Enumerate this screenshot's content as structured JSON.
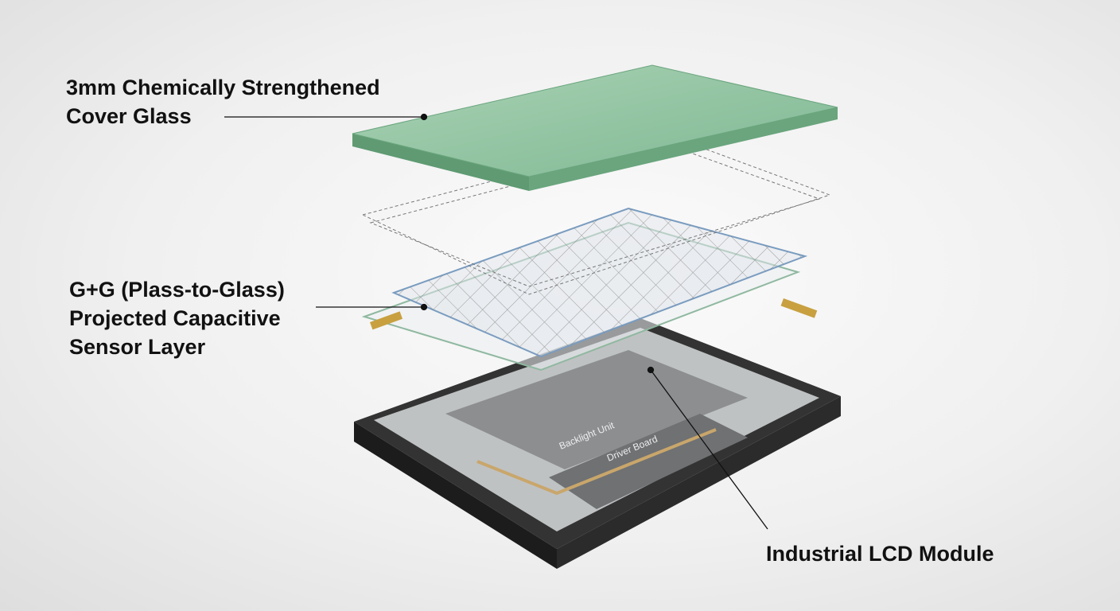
{
  "labels": {
    "cover_glass": "3mm Chemically Strengthened\nCover Glass",
    "sensor_layer": "G+G (Plass-to-Glass)\nProjected Capacitive\nSensor Layer",
    "lcd_module": "Industrial LCD Module"
  },
  "lcd_parts": {
    "backlight": "Backlight Unit",
    "driver": "Driver Board"
  },
  "colors": {
    "glass": "#8fc4a0",
    "module": "#2a2a2a"
  }
}
